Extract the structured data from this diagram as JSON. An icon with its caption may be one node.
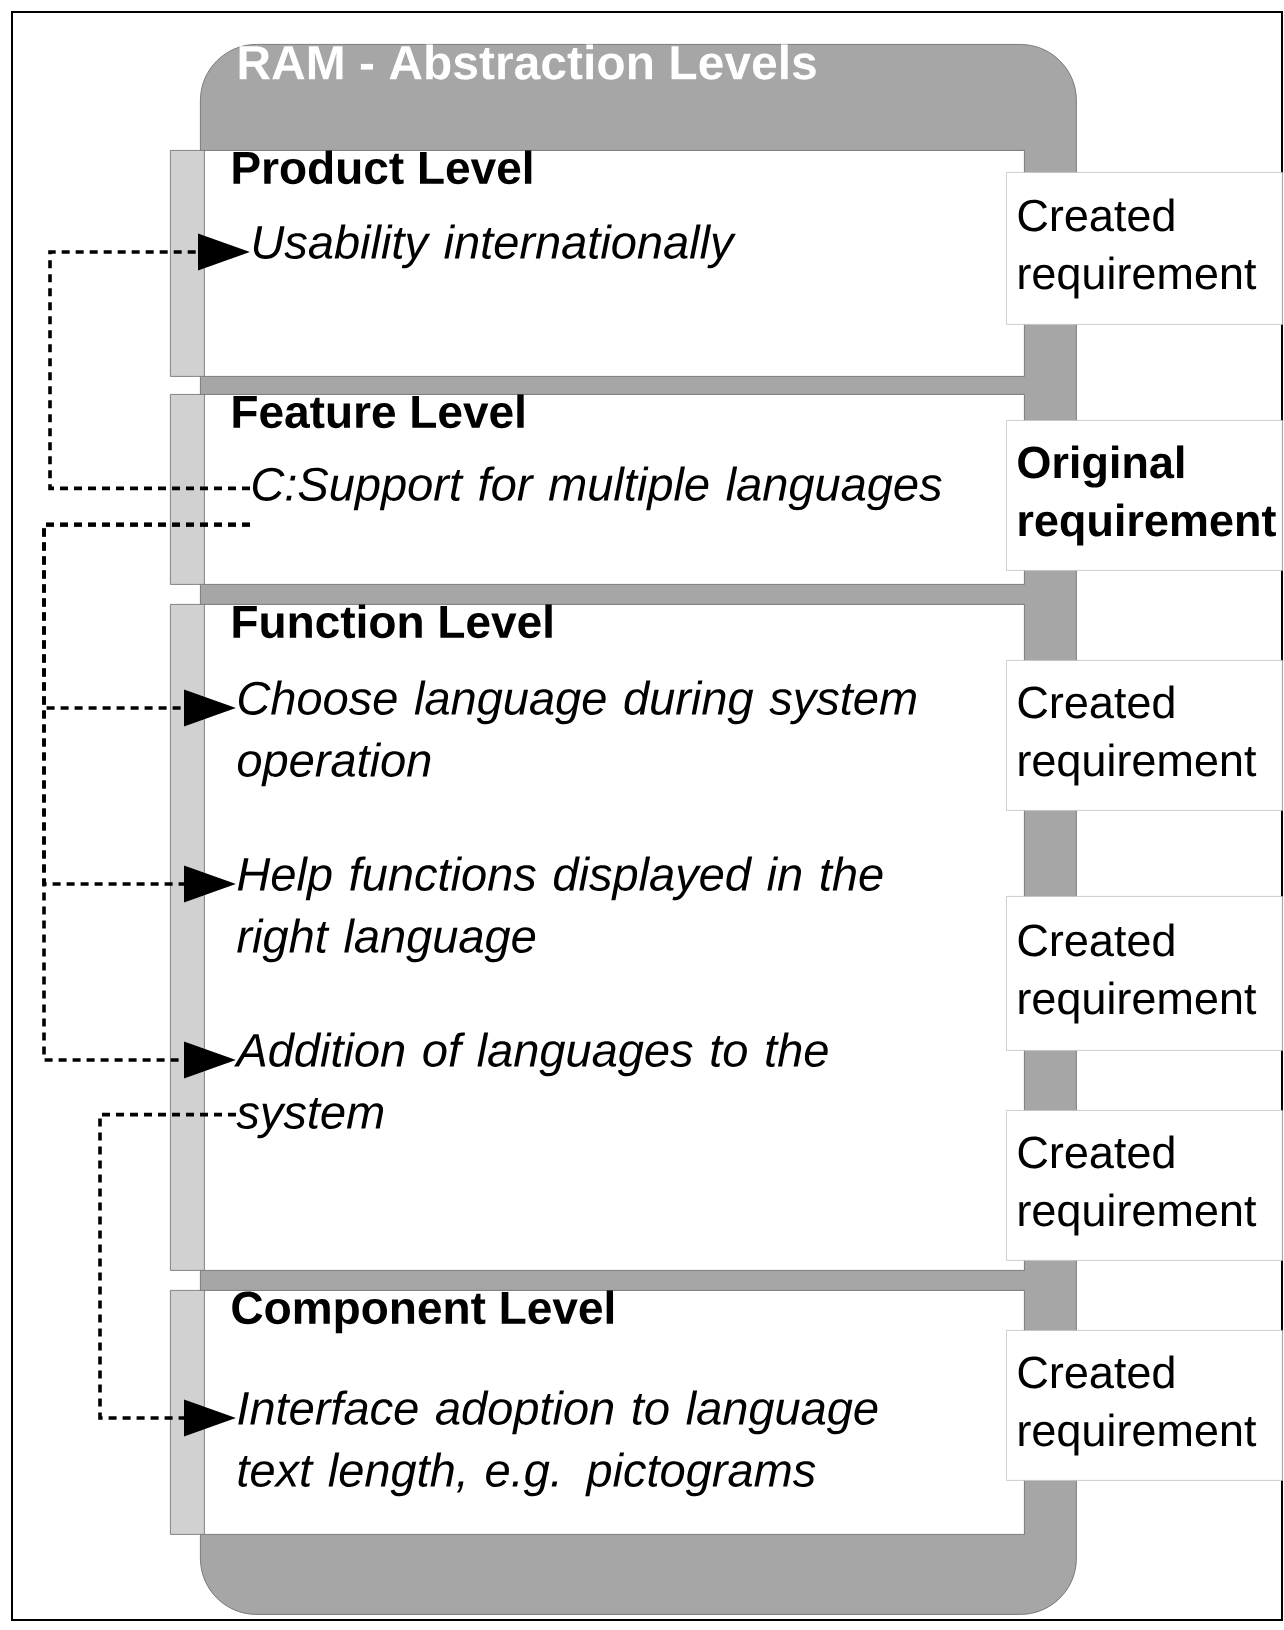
{
  "diagram": {
    "nodes": [
      {
        "text": [
          "RAM - Abstraction Levels"
        ]
      },
      {
        "text": [
          "Product Level"
        ],
        "in": 0
      },
      {
        "text": [
          "Usability internationally"
        ],
        "in": 1
      },
      {
        "text": [
          "Feature Level"
        ],
        "in": 0
      },
      {
        "text": [
          "C:Support for multiple languages"
        ],
        "in": 3
      },
      {
        "text": [
          "Function Level"
        ],
        "in": 0
      },
      {
        "text": [
          "Choose language during system operation"
        ],
        "in": 5
      },
      {
        "text": [
          "Help functions displayed in the right language"
        ],
        "in": 5
      },
      {
        "text": [
          "Addition of languages to the system"
        ],
        "in": 5
      },
      {
        "text": [
          "Component Level"
        ],
        "in": 0
      },
      {
        "text": [
          "Interface adoption to language text length, e.g. pictograms"
        ],
        "in": 9
      },
      {
        "text": [
          "Created requirement"
        ]
      },
      {
        "text": [
          "Original requirement"
        ]
      },
      {
        "text": [
          "Created requirement"
        ]
      },
      {
        "text": [
          "Created requirement"
        ]
      },
      {
        "text": [
          "Created requirement"
        ]
      },
      {
        "text": [
          "Created requirement"
        ]
      }
    ],
    "edges": [
      {
        "from": 4,
        "to": 2,
        "arrow": "to",
        "style": "dashed"
      },
      {
        "from": 4,
        "to": 6,
        "arrow": "to",
        "style": "dashed"
      },
      {
        "from": 4,
        "to": 7,
        "arrow": "to",
        "style": "dashed"
      },
      {
        "from": 4,
        "to": 8,
        "arrow": "to",
        "style": "dashed"
      },
      {
        "from": 8,
        "to": 10,
        "arrow": "to",
        "style": "dashed"
      }
    ]
  }
}
